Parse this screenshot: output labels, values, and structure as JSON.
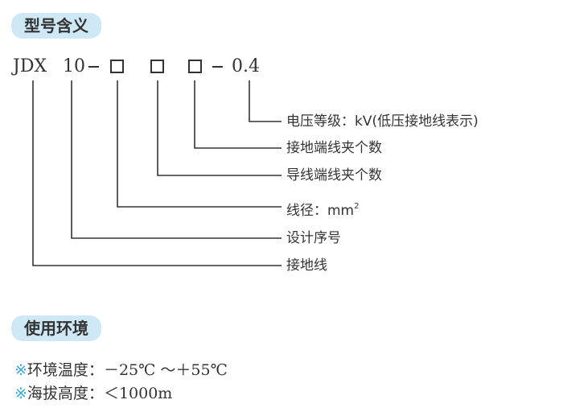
{
  "section_model": {
    "title": "型号含义"
  },
  "code": {
    "prefix": "JDX",
    "series": "10",
    "suffix": "0.4"
  },
  "labels": {
    "voltage": "电压等级：kV(低压接地线表示)",
    "ground_clamps": "接地端线夹个数",
    "wire_clamps": "导线端线夹个数",
    "diameter_text": "线径：mm",
    "diameter_sup": "2",
    "design": "设计序号",
    "ground": "接地线"
  },
  "section_env": {
    "title": "使用环境"
  },
  "environment": [
    {
      "mark": "※",
      "label": "环境温度：",
      "value": "－25℃ ～＋55℃"
    },
    {
      "mark": "※",
      "label": "海拔高度：",
      "value": "＜1000m"
    }
  ],
  "colors": {
    "pill_bg": "#cfe8f5",
    "mark": "#39a9d6",
    "text": "#333333"
  }
}
